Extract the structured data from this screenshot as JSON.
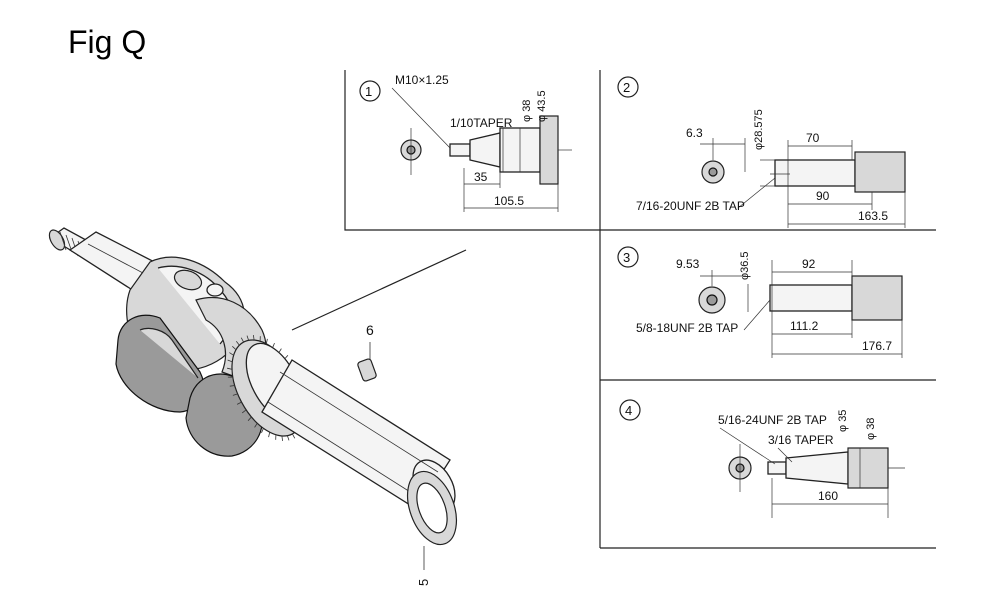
{
  "figure": {
    "title": "Fig Q"
  },
  "callouts": [
    {
      "id": "6",
      "label": "6"
    },
    {
      "id": "5",
      "label": "5"
    }
  ],
  "panels": [
    {
      "number": "1",
      "labels": {
        "thread": "M10×1.25",
        "taper": "1/10TAPER",
        "dia_a": "φ 38",
        "dia_b": "φ 43.5",
        "len_a": "35",
        "len_b": "105.5"
      }
    },
    {
      "number": "2",
      "labels": {
        "off": "6.3",
        "dia": "φ28.575",
        "len_a": "70",
        "len_b": "90",
        "len_c": "163.5",
        "tap": "7/16-20UNF 2B TAP"
      }
    },
    {
      "number": "3",
      "labels": {
        "off": "9.53",
        "dia": "φ36.5",
        "len_a": "92",
        "len_b": "111.2",
        "len_c": "176.7",
        "tap": "5/8-18UNF 2B TAP"
      }
    },
    {
      "number": "4",
      "labels": {
        "tap": "5/16-24UNF 2B TAP",
        "dia_a": "φ 35",
        "dia_b": "φ 38",
        "taper": "3/16 TAPER",
        "len_a": "160"
      }
    }
  ]
}
